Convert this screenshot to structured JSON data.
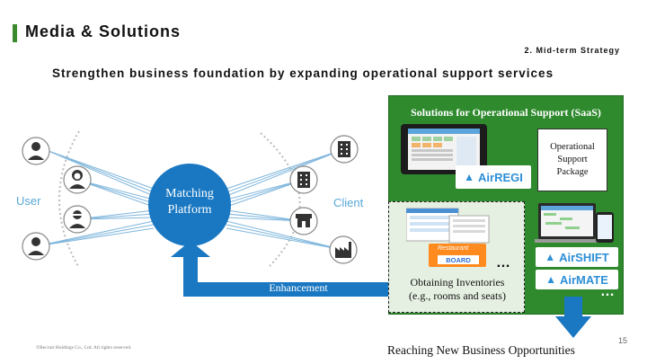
{
  "header": {
    "title": "Media & Solutions",
    "strategy": "2. Mid-term Strategy",
    "subtitle": "Strengthen business foundation by expanding operational support services"
  },
  "diagram": {
    "user_label": "User",
    "client_label": "Client",
    "hub_line1": "Matching",
    "hub_line2": "Platform",
    "enhancement": "Enhancement",
    "user_icons": [
      "person-icon",
      "person-woman-icon",
      "person-glasses-icon",
      "person-icon"
    ],
    "client_icons": [
      "building-icon",
      "building-icon",
      "shop-icon",
      "factory-icon"
    ]
  },
  "solutions": {
    "title": "Solutions for Operational Support (SaaS)",
    "package_line1": "Operational",
    "package_line2": "Support",
    "package_line3": "Package",
    "airregi": "AirREGI",
    "airshift": "AirSHIFT",
    "airmate": "AirMATE",
    "rb_top": "Restaurant",
    "rb_bottom": "BOARD",
    "obtain_line1": "Obtaining Inventories",
    "obtain_line2": "(e.g., rooms and seats)",
    "ellipsis": "…",
    "reaching": "Reaching New Business Opportunities"
  },
  "footer": {
    "page": "15",
    "copyright": "©Recruit Holdings Co., Ltd. All rights reserved."
  },
  "colors": {
    "green": "#2f8a2e",
    "accent_blue": "#1a78c2",
    "light_blue": "#58a7d6"
  }
}
